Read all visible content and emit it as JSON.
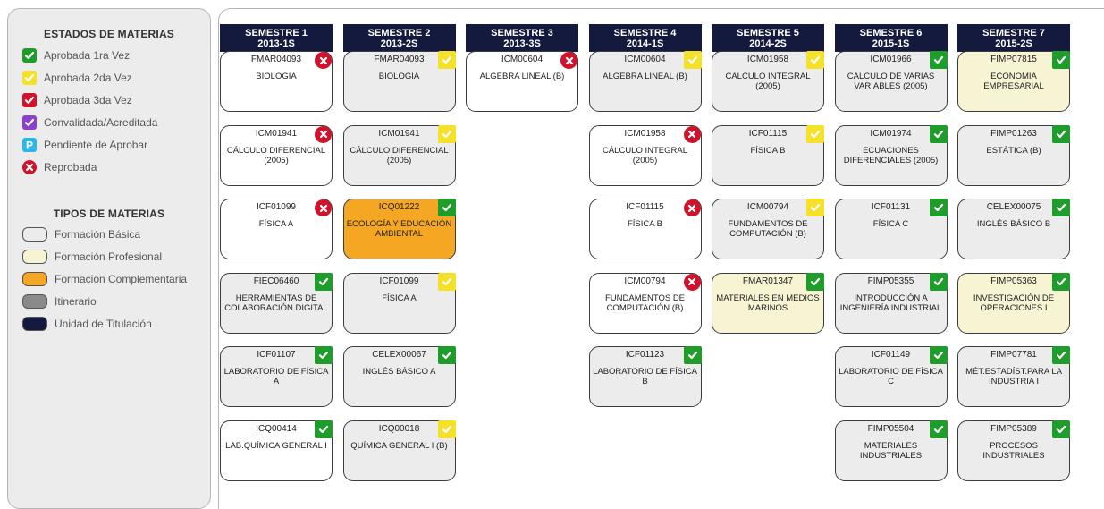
{
  "colors": {
    "basic": "#ffffff",
    "basic_alt": "#ececec",
    "professional": "#f7f4d3",
    "complementary": "#f5a623",
    "itinerary": "#8a8a8a",
    "titulation": "#141a3d",
    "approved1": "#1f9d2b",
    "approved2": "#f5e12a",
    "approved3": "#d0122d",
    "convalidated": "#8b3fcf",
    "pending": "#2bb7e8",
    "failed": "#d0122d"
  },
  "legend": {
    "status_title": "ESTADOS DE MATERIAS",
    "status_items": [
      {
        "label": "Aprobada 1ra Vez",
        "icon": "check-icon",
        "color": "#1f9d2b"
      },
      {
        "label": "Aprobada 2da Vez",
        "icon": "check-icon",
        "color": "#f5e12a"
      },
      {
        "label": "Aprobada 3da Vez",
        "icon": "check-icon",
        "color": "#d0122d"
      },
      {
        "label": "Convalidada/Acreditada",
        "icon": "check-icon",
        "color": "#8b3fcf"
      },
      {
        "label": "Pendiente de Aprobar",
        "icon": "p-icon",
        "color": "#2bb7e8"
      },
      {
        "label": "Reprobada",
        "icon": "x-icon",
        "color": "#d0122d"
      }
    ],
    "types_title": "TIPOS DE MATERIAS",
    "type_items": [
      {
        "label": "Formación Básica",
        "color": "#ececec"
      },
      {
        "label": "Formación Profesional",
        "color": "#f7f4d3"
      },
      {
        "label": "Formación Complementaria",
        "color": "#f5a623"
      },
      {
        "label": "Itinerario",
        "color": "#8a8a8a"
      },
      {
        "label": "Unidad de Titulación",
        "color": "#141a3d"
      }
    ]
  },
  "semesters": [
    {
      "title": "SEMESTRE 1",
      "period": "2013-1S",
      "courses": [
        {
          "code": "FMAR04093",
          "name": "BIOLOGÍA",
          "status": "failed",
          "type": "basic_white"
        },
        {
          "code": "ICM01941",
          "name": "CÁLCULO DIFERENCIAL (2005)",
          "status": "failed",
          "type": "basic_white"
        },
        {
          "code": "ICF01099",
          "name": "FÍSICA A",
          "status": "failed",
          "type": "basic_white"
        },
        {
          "code": "FIEC06460",
          "name": "HERRAMIENTAS DE COLABORACIÓN DIGITAL",
          "status": "approved1",
          "type": "basic"
        },
        {
          "code": "ICF01107",
          "name": "LABORATORIO DE FÍSICA A",
          "status": "approved1",
          "type": "basic"
        },
        {
          "code": "ICQ00414",
          "name": "LAB.QUÍMICA GENERAL I",
          "status": "approved1",
          "type": "basic_white"
        }
      ]
    },
    {
      "title": "SEMESTRE 2",
      "period": "2013-2S",
      "courses": [
        {
          "code": "FMAR04093",
          "name": "BIOLOGÍA",
          "status": "approved2",
          "type": "basic"
        },
        {
          "code": "ICM01941",
          "name": "CÁLCULO DIFERENCIAL (2005)",
          "status": "approved2",
          "type": "basic"
        },
        {
          "code": "ICQ01222",
          "name": "ECOLOGÍA Y EDUCACIÓN AMBIENTAL",
          "status": "approved1",
          "type": "complementary"
        },
        {
          "code": "ICF01099",
          "name": "FÍSICA A",
          "status": "approved2",
          "type": "basic"
        },
        {
          "code": "CELEX00067",
          "name": "INGLÉS BÁSICO A",
          "status": "approved1",
          "type": "basic"
        },
        {
          "code": "ICQ00018",
          "name": "QUÍMICA GENERAL I (B)",
          "status": "approved2",
          "type": "basic"
        }
      ]
    },
    {
      "title": "SEMESTRE 3",
      "period": "2013-3S",
      "courses": [
        {
          "code": "ICM00604",
          "name": "ALGEBRA LINEAL (B)",
          "status": "failed",
          "type": "basic_white"
        }
      ]
    },
    {
      "title": "SEMESTRE 4",
      "period": "2014-1S",
      "courses": [
        {
          "code": "ICM00604",
          "name": "ALGEBRA LINEAL (B)",
          "status": "approved2",
          "type": "basic"
        },
        {
          "code": "ICM01958",
          "name": "CÁLCULO INTEGRAL (2005)",
          "status": "failed",
          "type": "basic_white"
        },
        {
          "code": "ICF01115",
          "name": "FÍSICA B",
          "status": "failed",
          "type": "basic_white"
        },
        {
          "code": "ICM00794",
          "name": "FUNDAMENTOS DE COMPUTACIÓN (B)",
          "status": "failed",
          "type": "basic_white"
        },
        {
          "code": "ICF01123",
          "name": "LABORATORIO DE FÍSICA B",
          "status": "approved1",
          "type": "basic"
        }
      ]
    },
    {
      "title": "SEMESTRE 5",
      "period": "2014-2S",
      "courses": [
        {
          "code": "ICM01958",
          "name": "CÁLCULO INTEGRAL (2005)",
          "status": "approved2",
          "type": "basic"
        },
        {
          "code": "ICF01115",
          "name": "FÍSICA B",
          "status": "approved2",
          "type": "basic"
        },
        {
          "code": "ICM00794",
          "name": "FUNDAMENTOS DE COMPUTACIÓN (B)",
          "status": "approved2",
          "type": "basic"
        },
        {
          "code": "FMAR01347",
          "name": "MATERIALES EN MEDIOS MARINOS",
          "status": "approved1",
          "type": "professional"
        }
      ]
    },
    {
      "title": "SEMESTRE 6",
      "period": "2015-1S",
      "courses": [
        {
          "code": "ICM01966",
          "name": "CÁLCULO DE VARIAS VARIABLES (2005)",
          "status": "approved1",
          "type": "basic"
        },
        {
          "code": "ICM01974",
          "name": "ECUACIONES DIFERENCIALES (2005)",
          "status": "approved1",
          "type": "basic"
        },
        {
          "code": "ICF01131",
          "name": "FÍSICA C",
          "status": "approved1",
          "type": "basic"
        },
        {
          "code": "FIMP05355",
          "name": "INTRODUCCIÓN A INGENIERÍA INDUSTRIAL",
          "status": "approved1",
          "type": "basic"
        },
        {
          "code": "ICF01149",
          "name": "LABORATORIO DE FÍSICA C",
          "status": "approved1",
          "type": "basic"
        },
        {
          "code": "FIMP05504",
          "name": "MATERIALES INDUSTRIALES",
          "status": "approved1",
          "type": "basic"
        }
      ]
    },
    {
      "title": "SEMESTRE 7",
      "period": "2015-2S",
      "courses": [
        {
          "code": "FIMP07815",
          "name": "ECONOMÍA EMPRESARIAL",
          "status": "approved1",
          "type": "professional"
        },
        {
          "code": "FIMP01263",
          "name": "ESTÁTICA (B)",
          "status": "approved1",
          "type": "basic"
        },
        {
          "code": "CELEX00075",
          "name": "INGLÉS BÁSICO B",
          "status": "approved1",
          "type": "basic"
        },
        {
          "code": "FIMP05363",
          "name": "INVESTIGACIÓN DE OPERACIONES I",
          "status": "approved1",
          "type": "professional"
        },
        {
          "code": "FIMP07781",
          "name": "MÉT.ESTADÍST.PARA LA INDUSTRIA I",
          "status": "approved1",
          "type": "basic"
        },
        {
          "code": "FIMP05389",
          "name": "PROCESOS INDUSTRIALES",
          "status": "approved1",
          "type": "basic"
        }
      ]
    }
  ]
}
